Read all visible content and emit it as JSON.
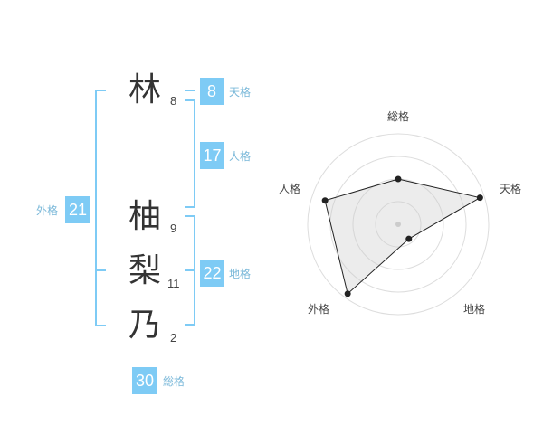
{
  "name": {
    "chars": [
      {
        "char": "林",
        "strokes": "8"
      },
      {
        "char": "柚",
        "strokes": "9"
      },
      {
        "char": "梨",
        "strokes": "11"
      },
      {
        "char": "乃",
        "strokes": "2"
      }
    ]
  },
  "kakusu": {
    "tenkaku": {
      "value": "8",
      "label": "天格"
    },
    "jinkaku": {
      "value": "17",
      "label": "人格"
    },
    "chikaku": {
      "value": "22",
      "label": "地格"
    },
    "gaikaku": {
      "value": "21",
      "label": "外格"
    },
    "soukaku": {
      "value": "30",
      "label": "総格"
    }
  },
  "colors": {
    "accent": "#7ecbf5",
    "label": "#7ab8d9"
  },
  "chart_data": {
    "type": "radar",
    "axes": [
      "総格",
      "天格",
      "地格",
      "外格",
      "人格"
    ],
    "values": [
      0.5,
      0.95,
      0.2,
      0.95,
      0.85
    ],
    "rings": 4
  }
}
